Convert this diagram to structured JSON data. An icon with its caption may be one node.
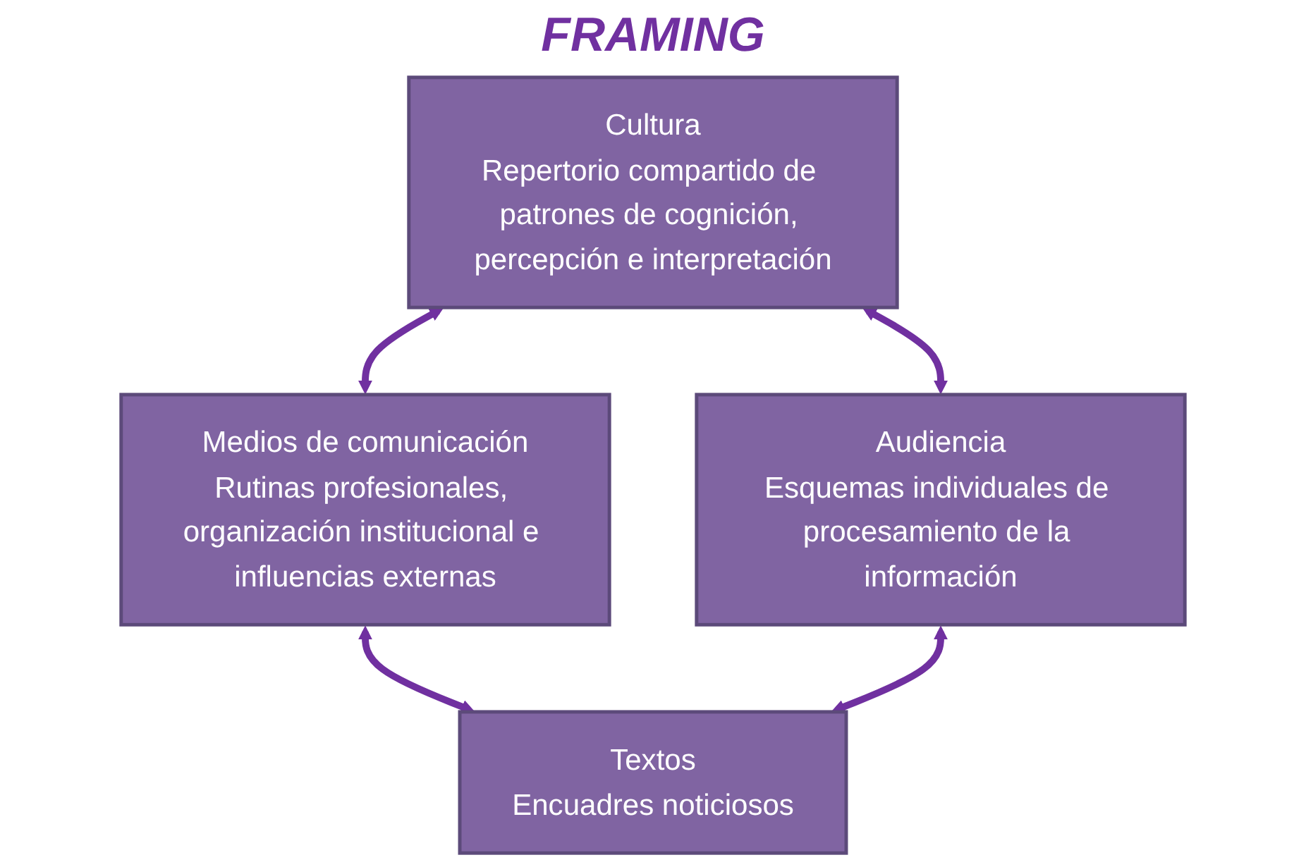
{
  "diagram": {
    "nodes": [
      {
        "text": [
          "Cultura",
          "Repertorio compartido de patrones de cognición, percepción e interpretación"
        ]
      },
      {
        "text": [
          "Medios de comunicación",
          "Rutinas profesionales, organización institucional e influencias externas"
        ]
      },
      {
        "text": [
          "Audiencia",
          "Esquemas individuales de procesamiento de la información"
        ]
      },
      {
        "text": [
          "Textos",
          "Encuadres noticiosos"
        ]
      }
    ],
    "edges": [
      {
        "from": 0,
        "to": 1,
        "arrow": "both"
      },
      {
        "from": 0,
        "to": 2,
        "arrow": "both"
      },
      {
        "from": 1,
        "to": 3,
        "arrow": "both"
      },
      {
        "from": 2,
        "to": 3,
        "arrow": "both"
      }
    ],
    "labels": [
      "FRAMING"
    ]
  }
}
